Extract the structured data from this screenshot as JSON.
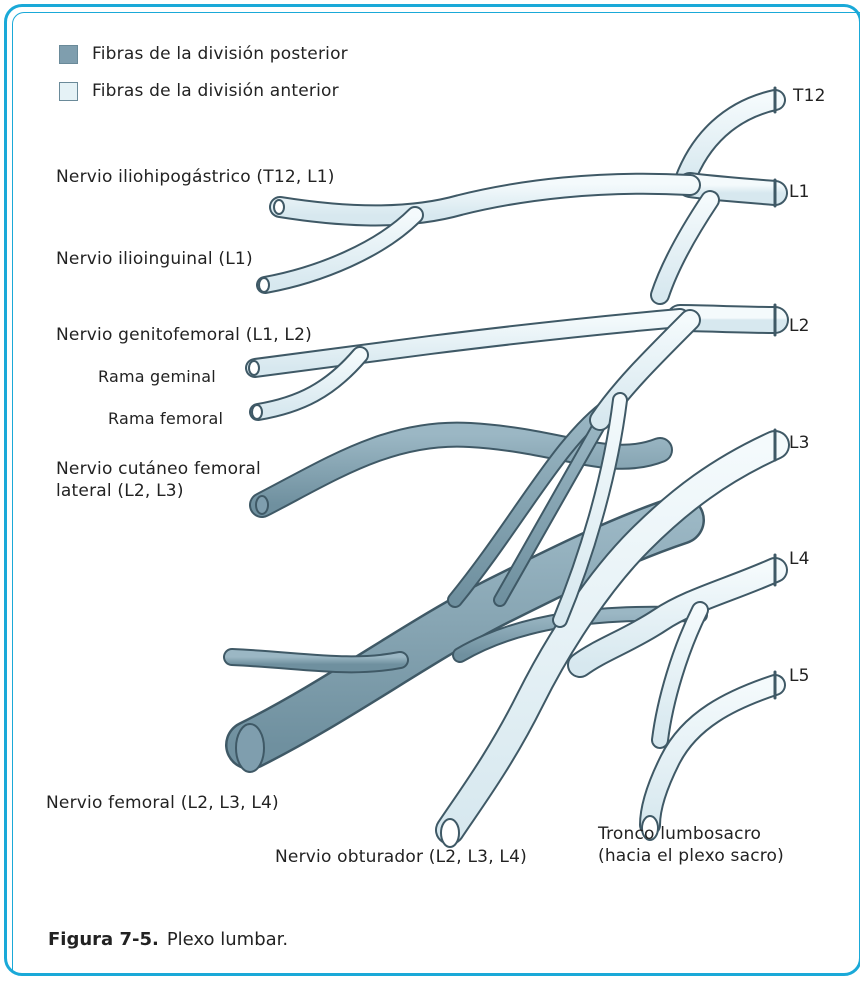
{
  "legend": {
    "posterior": "Fibras de la división posterior",
    "anterior": "Fibras de la división anterior",
    "colors": {
      "posterior": "#7f9eae",
      "anterior": "#e5f2f6",
      "outline": "#3f5966",
      "frame": "#1aa9d8"
    }
  },
  "roots": {
    "t12": "T12",
    "l1": "L1",
    "l2": "L2",
    "l3": "L3",
    "l4": "L4",
    "l5": "L5"
  },
  "nerves": {
    "iliohipogastrico": "Nervio iliohipogástrico (T12, L1)",
    "ilioinguinal": "Nervio ilioinguinal (L1)",
    "genitofemoral": "Nervio genitofemoral (L1, L2)",
    "rama_geminal": "Rama geminal",
    "rama_femoral": "Rama femoral",
    "cutaneo_line1": "Nervio cutáneo femoral",
    "cutaneo_line2": "lateral (L2, L3)",
    "femoral": "Nervio femoral (L2, L3, L4)",
    "obturador": "Nervio obturador (L2, L3, L4)",
    "tronco_line1": "Tronco lumbosacro",
    "tronco_line2": "(hacia el plexo sacro)"
  },
  "caption": {
    "number": "Figura 7-5.",
    "text": "Plexo lumbar."
  }
}
